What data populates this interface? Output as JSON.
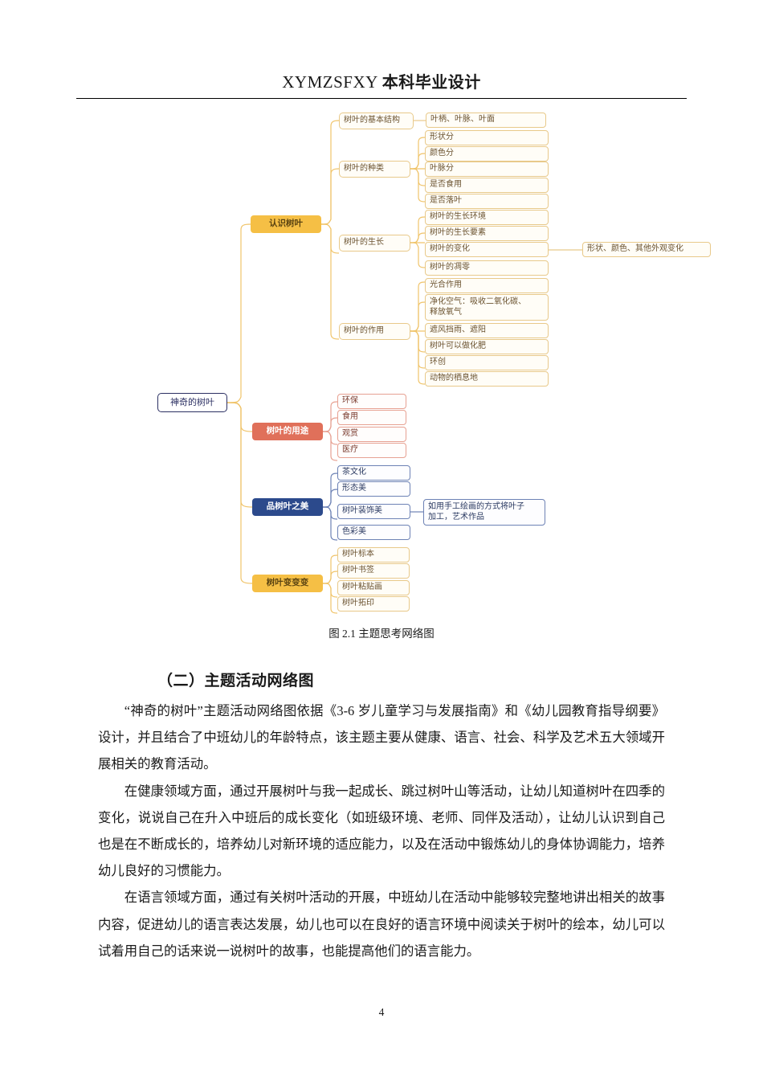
{
  "header": {
    "title_latin": "XYMZSFXY",
    "title_cn": "本科毕业设计"
  },
  "figure": {
    "caption": "图 2.1  主题思考网络图",
    "root": "神奇的树叶",
    "branches": [
      {
        "label": "认识树叶",
        "color": "#f5bf45",
        "subs": [
          {
            "label": "树叶的基本结构",
            "leaves": [
              {
                "label": "叶柄、叶脉、叶面"
              }
            ]
          },
          {
            "label": "树叶的种类",
            "leaves": [
              {
                "label": "形状分"
              },
              {
                "label": "颜色分"
              },
              {
                "label": "叶脉分"
              },
              {
                "label": "是否食用"
              },
              {
                "label": "是否落叶"
              }
            ]
          },
          {
            "label": "树叶的生长",
            "leaves": [
              {
                "label": "树叶的生长环境"
              },
              {
                "label": "树叶的生长要素"
              },
              {
                "label": "树叶的变化",
                "child": "形状、颜色、其他外观变化"
              },
              {
                "label": "树叶的凋零"
              }
            ]
          },
          {
            "label": "树叶的作用",
            "leaves": [
              {
                "label": "光合作用"
              },
              {
                "label": "净化空气：吸收二氧化碳、\n释放氧气"
              },
              {
                "label": "遮风挡雨、遮阳"
              },
              {
                "label": "树叶可以做化肥"
              },
              {
                "label": "环创"
              },
              {
                "label": "动物的栖息地"
              }
            ]
          }
        ]
      },
      {
        "label": "树叶的用途",
        "color": "#e0705a",
        "leaves": [
          {
            "label": "环保"
          },
          {
            "label": "食用"
          },
          {
            "label": "观赏"
          },
          {
            "label": "医疗"
          }
        ]
      },
      {
        "label": "品树叶之美",
        "color": "#2c4a8c",
        "leaves": [
          {
            "label": "茶文化"
          },
          {
            "label": "形态美"
          },
          {
            "label": "树叶装饰美",
            "child": "如用手工绘画的方式将叶子\n加工，艺术作品"
          },
          {
            "label": "色彩美"
          }
        ]
      },
      {
        "label": "树叶变变变",
        "color": "#f5bf45",
        "leaves": [
          {
            "label": "树叶标本"
          },
          {
            "label": "树叶书签"
          },
          {
            "label": "树叶粘贴画"
          },
          {
            "label": "树叶拓印"
          }
        ]
      }
    ]
  },
  "section": {
    "heading": "（二）主题活动网络图",
    "paragraphs": [
      "“神奇的树叶”主题活动网络图依据《3-6 岁儿童学习与发展指南》和《幼儿园教育指导纲要》设计，并且结合了中班幼儿的年龄特点，该主题主要从健康、语言、社会、科学及艺术五大领域开展相关的教育活动。",
      "在健康领域方面，通过开展树叶与我一起成长、跳过树叶山等活动，让幼儿知道树叶在四季的变化，说说自己在升入中班后的成长变化（如班级环境、老师、同伴及活动），让幼儿认识到自己也是在不断成长的，培养幼儿对新环境的适应能力，以及在活动中锻炼幼儿的身体协调能力，培养幼儿良好的习惯能力。",
      "在语言领域方面，通过有关树叶活动的开展，中班幼儿在活动中能够较完整地讲出相关的故事内容，促进幼儿的语言表达发展，幼儿也可以在良好的语言环境中阅读关于树叶的绘本，幼儿可以试着用自己的话来说一说树叶的故事，也能提高他们的语言能力。"
    ]
  },
  "footer": {
    "page_number": "4"
  }
}
